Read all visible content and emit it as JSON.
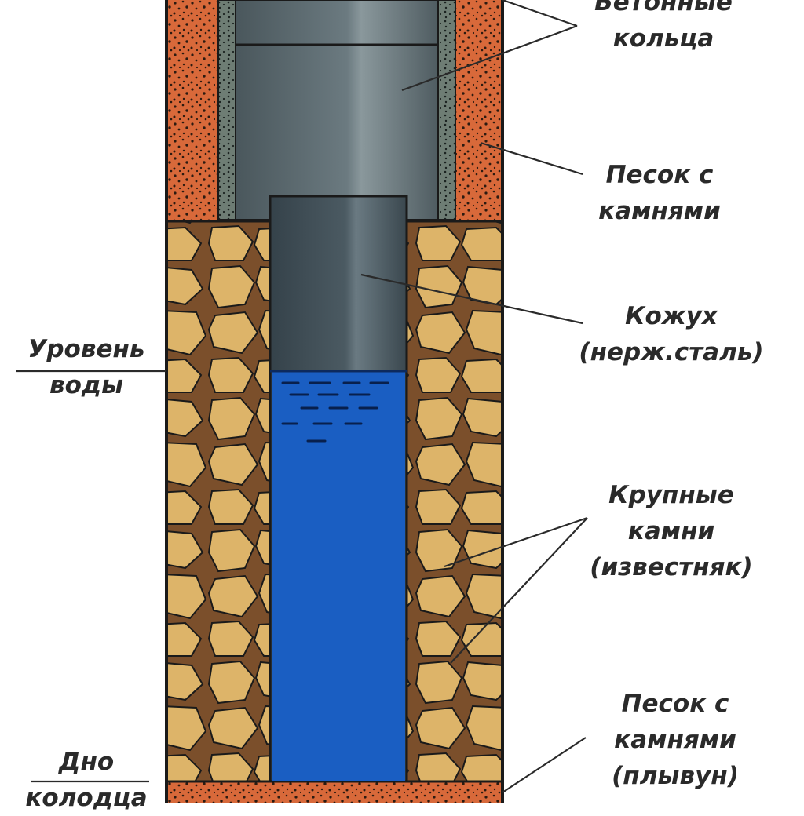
{
  "colors": {
    "sand_fill": "#d8693a",
    "sand_dots": "#2b1a10",
    "gravel_strip": "#6e7d74",
    "concrete_ring": "#59676c",
    "casing": "#3f4d54",
    "water": "#1a5ec2",
    "stone_fill": "#ddb469",
    "stone_matrix": "#7b4f2b",
    "outline": "#1a1a1a",
    "label_text": "#2a2a2a"
  },
  "labels": {
    "concrete_rings": {
      "lines": [
        "Бетонные",
        "кольца"
      ]
    },
    "sand_with_stones_top": {
      "lines": [
        "Песок с",
        "камнями"
      ]
    },
    "casing": {
      "lines": [
        "Кожух",
        "(нерж.сталь)"
      ]
    },
    "water_level": {
      "lines": [
        "Уровень",
        "воды"
      ]
    },
    "large_stones": {
      "lines": [
        "Крупные",
        "камни",
        "(известняк)"
      ]
    },
    "sand_with_stones_bottom": {
      "lines": [
        "Песок с",
        "камнями",
        "(плывун)"
      ]
    },
    "well_bottom": {
      "lines": [
        "Дно",
        "колодца"
      ]
    }
  }
}
